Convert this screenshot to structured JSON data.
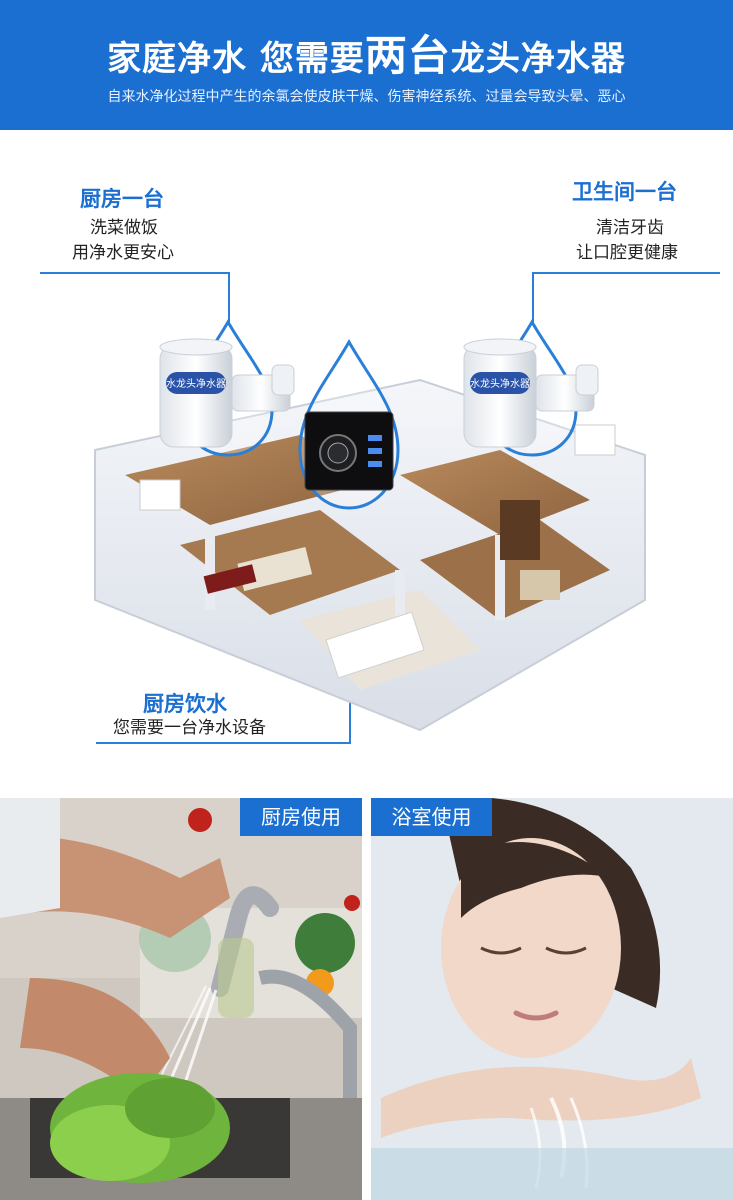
{
  "header": {
    "title_part1": "家庭净水 您需要",
    "title_emphasis": "两台",
    "title_part2": "龙头净水器",
    "subtitle": "自来水净化过程中产生的余氯会使皮肤干燥、伤害神经系统、过量会导致头晕、恶心"
  },
  "callouts": {
    "kitchen": {
      "title": "厨房一台",
      "lines": [
        "洗菜做饭",
        "用净水更安心"
      ]
    },
    "bathroom": {
      "title": "卫生间一台",
      "lines": [
        "清洁牙齿",
        "让口腔更健康"
      ]
    },
    "drinking": {
      "title": "厨房饮水",
      "lines": [
        "您需要一台净水设备"
      ]
    }
  },
  "product_brand_label": "水龙头净水器",
  "photos": {
    "kitchen_label": "厨房使用",
    "bathroom_label": "浴室使用"
  },
  "colors": {
    "brand_blue": "#1a6fd1",
    "line_blue": "#2a7fd8"
  }
}
